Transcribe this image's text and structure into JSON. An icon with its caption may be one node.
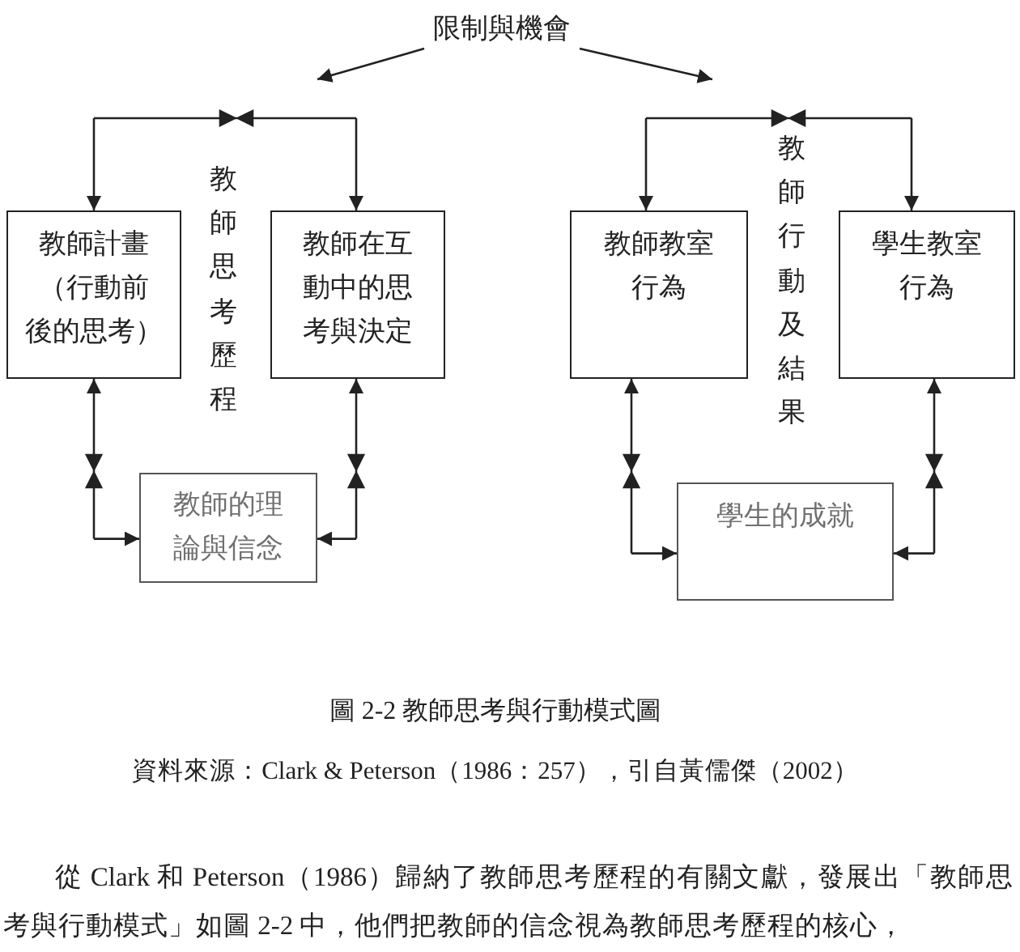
{
  "diagram": {
    "caption": "圖 2-2 教師思考與行動模式圖",
    "nodes": [
      {
        "text": [
          "限制與機會"
        ]
      },
      {
        "text": [
          "教師計畫（行動前後的思考）"
        ]
      },
      {
        "text": [
          "教師在互動中的思考與決定"
        ]
      },
      {
        "text": [
          "教師的理論與信念"
        ]
      },
      {
        "text": [
          "教師教室行為"
        ]
      },
      {
        "text": [
          "學生教室行為"
        ]
      },
      {
        "text": [
          "學生的成就"
        ]
      }
    ],
    "edges": [
      {
        "from": 0,
        "to": null,
        "arrow": "to"
      },
      {
        "from": 0,
        "to": null,
        "arrow": "to"
      },
      {
        "from": 1,
        "to": 2,
        "arrow": "both"
      },
      {
        "from": 1,
        "to": 3,
        "arrow": "both"
      },
      {
        "from": 2,
        "to": 3,
        "arrow": "both"
      },
      {
        "from": 4,
        "to": 5,
        "arrow": "both"
      },
      {
        "from": 4,
        "to": 6,
        "arrow": "both"
      },
      {
        "from": 5,
        "to": 6,
        "arrow": "both"
      }
    ],
    "labels": [
      "教師思考歷程",
      "教師行動及結果",
      "資料來源：Clark & Peterson（1986：257），引自黃儒傑（2002）",
      "從 Clark 和 Peterson（1986）歸納了教師思考歷程的有關文獻，發展出「教師思考與行動模式」如圖 2-2 中，他們把教師的信念視為教師思考歷程的核心，"
    ]
  }
}
